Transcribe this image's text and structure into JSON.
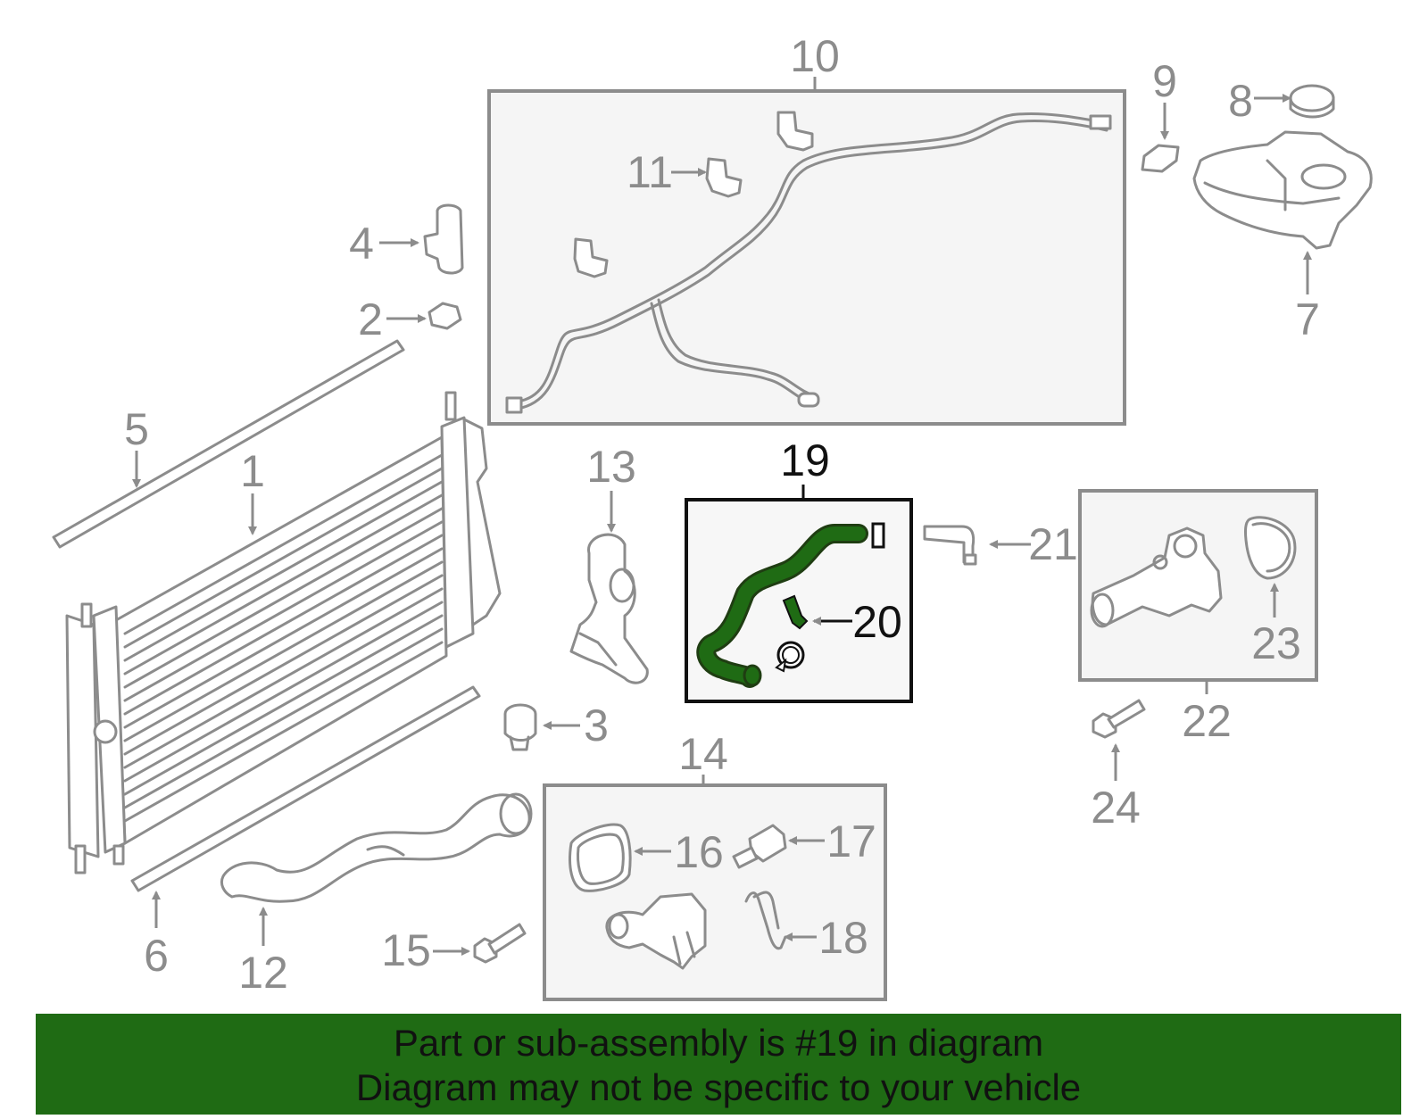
{
  "diagram": {
    "highlight_color": "#1f6b14",
    "callouts": [
      "1",
      "2",
      "3",
      "4",
      "5",
      "6",
      "7",
      "8",
      "9",
      "10",
      "11",
      "12",
      "13",
      "14",
      "15",
      "16",
      "17",
      "18",
      "19",
      "20",
      "21",
      "22",
      "23",
      "24"
    ]
  },
  "banner": {
    "line1": "Part or sub-assembly is #19 in diagram",
    "line2": "Diagram may not be specific to your vehicle",
    "background": "#1f6b14"
  }
}
